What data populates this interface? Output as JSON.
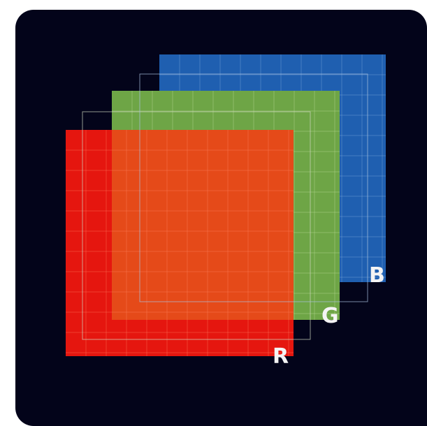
{
  "diagram": {
    "channels": [
      {
        "id": "blue",
        "label": "B",
        "color": "#1f5fb0",
        "grid_color": "#8fb6e6"
      },
      {
        "id": "green",
        "label": "G",
        "color": "#6ea546",
        "grid_color": "#c8e6a8"
      },
      {
        "id": "red",
        "label": "R",
        "color": "#e5160f",
        "grid_color": "#ff8a6a"
      }
    ],
    "overlap_color": "#e4501b"
  }
}
